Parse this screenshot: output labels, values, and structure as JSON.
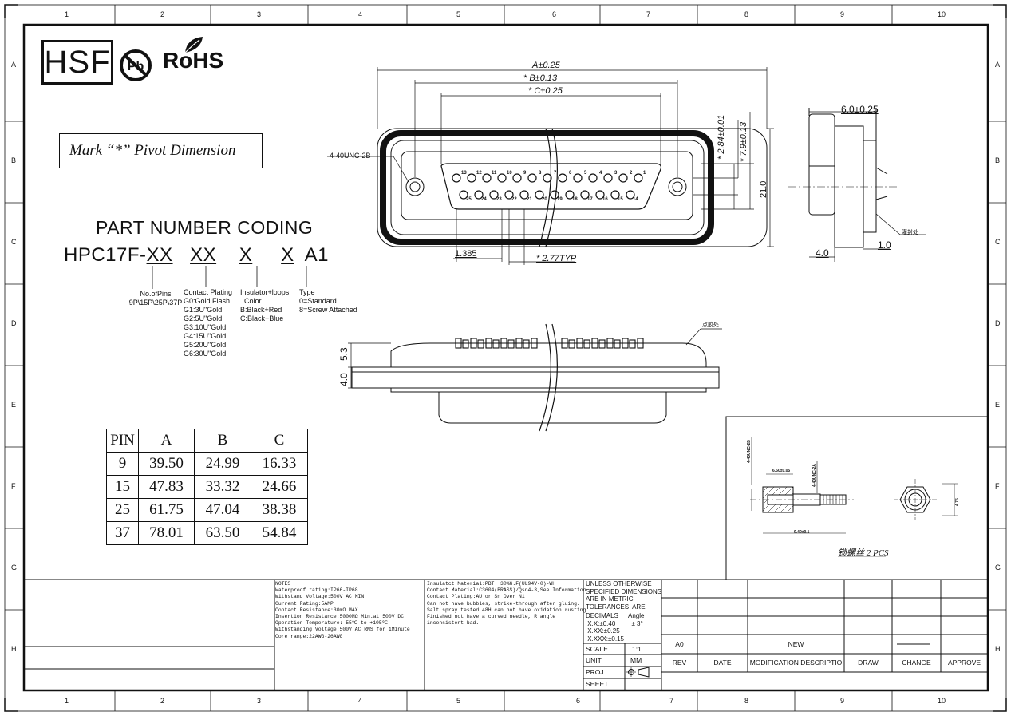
{
  "frame": {
    "columns": [
      "1",
      "2",
      "3",
      "4",
      "5",
      "6",
      "7",
      "8",
      "9",
      "10"
    ],
    "bottom_columns": [
      "1",
      "2",
      "3",
      "4",
      "5",
      "6",
      "7",
      "8",
      "9",
      "10"
    ],
    "rows": [
      "A",
      "B",
      "C",
      "D",
      "E",
      "F",
      "G",
      "H"
    ]
  },
  "logos": {
    "hsf": "HSF",
    "pb": "Pb",
    "rohs": "RoHS"
  },
  "mark_note": "Mark “*” Pivot Dimension",
  "part_number": {
    "title": "PART NUMBER CODING",
    "code_prefix": "HPC17F-",
    "seg1": "XX",
    "seg2": "XX",
    "seg3": "X",
    "seg4": "X",
    "suffix": "A1",
    "pins_label": "No.ofPins\n9P\\15P\\25P\\37P",
    "plating_label": "Contact Plating\nG0:Gold Flash\nG1:3U\"Gold\nG2:5U\"Gold\nG3:10U\"Gold\nG4:15U\"Gold\nG5:20U\"Gold\nG6:30U\"Gold",
    "insulator_label": "Insulator+loops\n  Color\nB:Black+Red\nC:Black+Blue",
    "type_label": "Type\n0=Standard\n8=Screw Attached"
  },
  "front_view": {
    "dim_a": "A±0.25",
    "dim_b": "* B±0.13",
    "dim_c": "* C±0.25",
    "thread": "4-40UNC-2B",
    "dim_284": "* 2.84±0.01",
    "dim_79": "* 7.9±0.13",
    "dim_21": "21.0",
    "dim_1385": "1.385",
    "dim_277": "* 2.77TYP",
    "pins_top": [
      "13",
      "12",
      "11",
      "10",
      "9",
      "8",
      "7",
      "6",
      "5",
      "4",
      "3",
      "2",
      "1"
    ],
    "pins_bottom": [
      "25",
      "24",
      "23",
      "22",
      "21",
      "20",
      "19",
      "18",
      "17",
      "16",
      "15",
      "14"
    ]
  },
  "side_view": {
    "dim_6": "6.0±0.25",
    "dim_4": "4.0",
    "dim_1": "1.0",
    "seal_note": "灌封处"
  },
  "bottom_view": {
    "dim_53": "5.3",
    "dim_40": "4.0",
    "glue_note": "点胶处"
  },
  "pin_table": {
    "headers": [
      "PIN",
      "A",
      "B",
      "C"
    ],
    "rows": [
      [
        "9",
        "39.50",
        "24.99",
        "16.33"
      ],
      [
        "15",
        "47.83",
        "33.32",
        "24.66"
      ],
      [
        "25",
        "61.75",
        "47.04",
        "38.38"
      ],
      [
        "37",
        "78.01",
        "63.50",
        "54.84"
      ]
    ]
  },
  "screw_detail": {
    "thread_a": "4-40UNC-2B",
    "thread_b": "4-40UNC-2A",
    "dim_650": "6.50±0.05",
    "dim_940": "9.40±0.1",
    "dim_475": "4.75",
    "caption": "锁螺丝 2 PCS"
  },
  "title_block": {
    "notes": "NOTES\nWaterproof rating:IP66-IP68\nWithstand Voltage:500V AC MIN\nCurrent Rating:5AMP\nContact Resistance:30mΩ MAX\nInsertion Resistance:5000MΩ Min.at 500V DC\nOperation Temperature:-55℃ to +105℃\nWithstanding Voltage:500V AC RMS for 1Minute\nCore range:22AWG-26AWG",
    "materials": "Insulatct Material:PBT+ 30%G.F(UL94V-0)-WH\nContact Material:C3604(BRASS)/Qsn4-3,See Information\nContact Plating:AU or Sn Over Ni\nCan not have bubbles, strike-through after gluing.\nSalt spray tested 48H can not have oxidation rusting.\nFinished not have a curved needle, R angle\ninconsistent bad.",
    "tolerance": "UNLESS OTHERWISE\nSPECIFIED DIMENSIONS\nARE IN METRIC\nTOLERANCES  ARE:",
    "decimals": "DECIMALS\n X.X:±0.40\n X.XX:±0.25\n X.XXX:±0.15",
    "angle": "Angle\n  ± 3°",
    "scale_label": "SCALE",
    "scale_value": "1:1",
    "unit_label": "UNIT",
    "unit_value": "MM",
    "proj_label": "PROJ.",
    "sheet_label": "SHEET",
    "rev_value": "A0",
    "mod_value": "NEW",
    "headers": [
      "REV",
      "DATE",
      "MODIFICATION DESCRIPTIO",
      "DRAW",
      "CHANGE",
      "APPROVE"
    ]
  }
}
